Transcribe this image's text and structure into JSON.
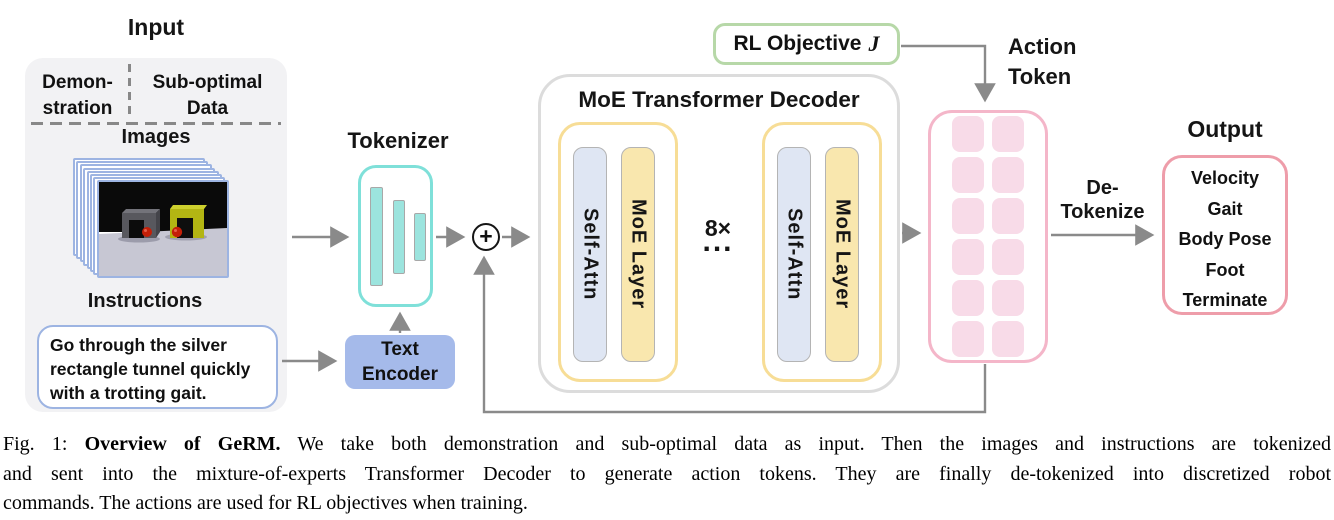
{
  "diagram": {
    "input": {
      "title": "Input",
      "col1_line1": "Demon-",
      "col1_line2": "stration",
      "col2_line1": "Sub-optimal",
      "col2_line2": "Data",
      "images_label": "Images",
      "instructions_label": "Instructions",
      "instruction_lines": [
        "Go through the silver",
        "rectangle tunnel quickly",
        "with a trotting gait."
      ]
    },
    "tokenizer": {
      "title": "Tokenizer"
    },
    "text_encoder": {
      "line1": "Text",
      "line2": "Encoder"
    },
    "plus_symbol": "+",
    "decoder": {
      "title": "MoE Transformer Decoder",
      "block1": {
        "self_attn": "Self-Attn",
        "moe": "MoE Layer"
      },
      "block2": {
        "self_attn": "Self-Attn",
        "moe": "MoE Layer"
      },
      "repeat": "8×",
      "dots": "..."
    },
    "rl_objective": {
      "label": "RL Objective",
      "symbol": "J"
    },
    "action_token": {
      "line1": "Action",
      "line2": "Token"
    },
    "detokenize": {
      "line1": "De-",
      "line2": "Tokenize"
    },
    "output": {
      "title": "Output",
      "items": [
        "Velocity",
        "Gait",
        "Body Pose",
        "Foot",
        "Terminate"
      ]
    }
  },
  "caption": {
    "line1_prefix": "Fig. 1: ",
    "line1_bold": "Overview of GeRM.",
    "line1_rest": " We take both demonstration and sub-optimal data as input. Then the images and instructions are tokenized",
    "line2": "and sent into the mixture-of-experts Transformer Decoder to generate action tokens. They are finally de-tokenized into discretized robot",
    "line3": "commands. The actions are used for RL objectives when training."
  },
  "colors": {
    "panel_bg": "#f2f2f4",
    "peri": "#9db4e2",
    "peri_fill": "#a5baea",
    "teal": "#7fe0d9",
    "teal_fill": "#9ce4de",
    "gray_border": "#dcdcdc",
    "yellow_border": "#f7dd96",
    "yellow_fill": "#f9e7ae",
    "blue_fill": "#dfe6f3",
    "green_border": "#b7d8a8",
    "pink_border": "#f4b6c9",
    "pink_fill": "#f8dbe8",
    "output_border": "#ee9daa",
    "arrow": "#8a8a8a"
  }
}
